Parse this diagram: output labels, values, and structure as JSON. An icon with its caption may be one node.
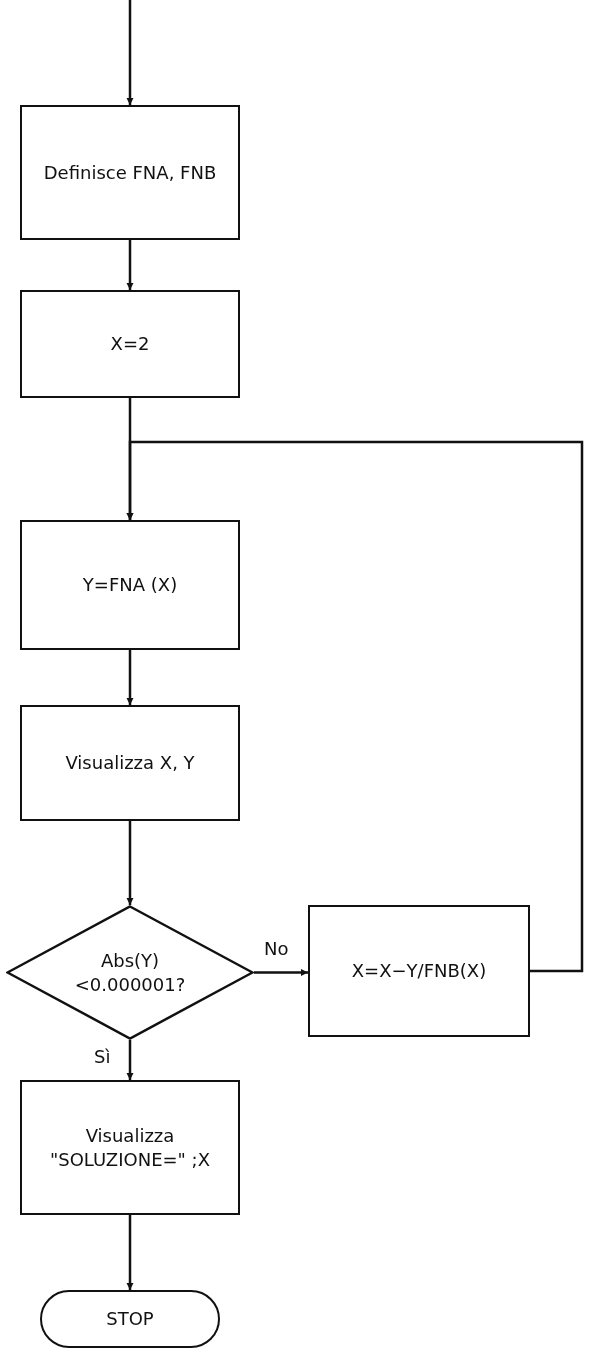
{
  "diagram": {
    "nodes": [
      {
        "text": [
          "Definisce FNA, FNB"
        ]
      },
      {
        "text": [
          "X=2"
        ]
      },
      {
        "text": [
          "Y=FNA (X)"
        ]
      },
      {
        "text": [
          "Visualizza X, Y"
        ]
      },
      {
        "text": [
          "Abs(Y) <0.000001?"
        ]
      },
      {
        "text": [
          "X=X−Y/FNB(X)"
        ]
      },
      {
        "text": [
          "Visualizza \"SOLUZIONE=\" ;X"
        ]
      },
      {
        "text": [
          "STOP"
        ]
      }
    ],
    "edges": [
      {
        "from": null,
        "to": 0,
        "arrow": "to"
      },
      {
        "from": 0,
        "to": 1,
        "arrow": "to"
      },
      {
        "from": 1,
        "to": 2,
        "arrow": "to"
      },
      {
        "from": 2,
        "to": 3,
        "arrow": "to"
      },
      {
        "from": 3,
        "to": 4,
        "arrow": "to"
      },
      {
        "from": 4,
        "to": 5,
        "arrow": "to",
        "label": "No"
      },
      {
        "from": 4,
        "to": 6,
        "arrow": "to",
        "label": "Sì"
      },
      {
        "from": 6,
        "to": 7,
        "arrow": "to"
      },
      {
        "from": 5,
        "to": 2,
        "arrow": "to"
      }
    ]
  }
}
